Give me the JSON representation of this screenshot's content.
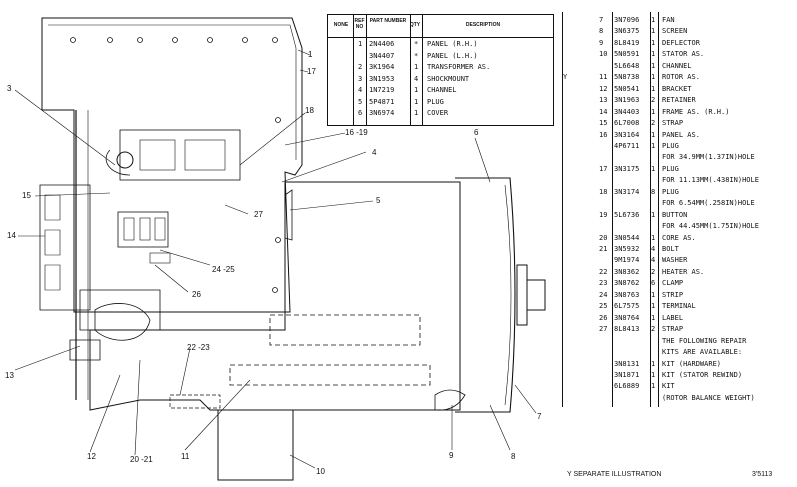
{
  "top_table": {
    "headers": [
      "NONE",
      "REF NO",
      "PART NUMBER",
      "QTY",
      "DESCRIPTION"
    ],
    "rows": [
      {
        "ref": "1",
        "part": "2N4406",
        "qty": "*",
        "desc": "PANEL (R.H.)"
      },
      {
        "ref": "",
        "part": "3N4407",
        "qty": "*",
        "desc": "PANEL (L.H.)"
      },
      {
        "ref": "2",
        "part": "3K1964",
        "qty": "1",
        "desc": "TRANSFORMER AS."
      },
      {
        "ref": "3",
        "part": "3N1953",
        "qty": "4",
        "desc": "SHOCKMOUNT"
      },
      {
        "ref": "4",
        "part": "1N7219",
        "qty": "1",
        "desc": "CHANNEL"
      },
      {
        "ref": "5",
        "part": "5P4871",
        "qty": "1",
        "desc": "PLUG"
      },
      {
        "ref": "6",
        "part": "3N6974",
        "qty": "1",
        "desc": "COVER"
      }
    ]
  },
  "parts_list": [
    {
      "note": "",
      "ref": "7",
      "part": "3N7096",
      "qty": "1",
      "desc": "FAN"
    },
    {
      "note": "",
      "ref": "8",
      "part": "3N6375",
      "qty": "1",
      "desc": "SCREEN"
    },
    {
      "note": "",
      "ref": "9",
      "part": "8L8419",
      "qty": "1",
      "desc": "DEFLECTOR"
    },
    {
      "note": "",
      "ref": "10",
      "part": "5N0591",
      "qty": "1",
      "desc": "STATOR AS."
    },
    {
      "note": "",
      "ref": "",
      "part": "5L6648",
      "qty": "1",
      "desc": "CHANNEL"
    },
    {
      "note": "Y",
      "ref": "11",
      "part": "5N8738",
      "qty": "1",
      "desc": "ROTOR AS."
    },
    {
      "note": "",
      "ref": "12",
      "part": "5N0541",
      "qty": "1",
      "desc": "BRACKET"
    },
    {
      "note": "",
      "ref": "13",
      "part": "3N1963",
      "qty": "2",
      "desc": "RETAINER"
    },
    {
      "note": "",
      "ref": "14",
      "part": "3N4403",
      "qty": "1",
      "desc": "FRAME AS. (R.H.)"
    },
    {
      "note": "",
      "ref": "15",
      "part": "6L7008",
      "qty": "2",
      "desc": "STRAP"
    },
    {
      "note": "",
      "ref": "16",
      "part": "3N3164",
      "qty": "1",
      "desc": "PANEL AS."
    },
    {
      "note": "",
      "ref": "",
      "part": "4P6711",
      "qty": "1",
      "desc": "PLUG"
    },
    {
      "note": "",
      "ref": "",
      "part": "",
      "qty": "",
      "desc": "FOR 34.9MM(1.37IN)HOLE"
    },
    {
      "note": "",
      "ref": "17",
      "part": "3N3175",
      "qty": "1",
      "desc": "PLUG"
    },
    {
      "note": "",
      "ref": "",
      "part": "",
      "qty": "",
      "desc": "FOR 11.13MM(.438IN)HOLE"
    },
    {
      "note": "",
      "ref": "18",
      "part": "3N3174",
      "qty": "8",
      "desc": "PLUG"
    },
    {
      "note": "",
      "ref": "",
      "part": "",
      "qty": "",
      "desc": "FOR 6.54MM(.258IN)HOLE"
    },
    {
      "note": "",
      "ref": "19",
      "part": "5L6736",
      "qty": "1",
      "desc": "BUTTON"
    },
    {
      "note": "",
      "ref": "",
      "part": "",
      "qty": "",
      "desc": "FOR 44.45MM(1.75IN)HOLE"
    },
    {
      "note": "",
      "ref": "20",
      "part": "3N0544",
      "qty": "1",
      "desc": "CORE AS."
    },
    {
      "note": "",
      "ref": "21",
      "part": "3N5932",
      "qty": "4",
      "desc": "BOLT"
    },
    {
      "note": "",
      "ref": "",
      "part": "9M1974",
      "qty": "4",
      "desc": "WASHER"
    },
    {
      "note": "",
      "ref": "22",
      "part": "3N8362",
      "qty": "2",
      "desc": "HEATER AS."
    },
    {
      "note": "",
      "ref": "23",
      "part": "3N8762",
      "qty": "6",
      "desc": "CLAMP"
    },
    {
      "note": "",
      "ref": "24",
      "part": "3N8763",
      "qty": "1",
      "desc": "STRIP"
    },
    {
      "note": "",
      "ref": "25",
      "part": "6L7575",
      "qty": "1",
      "desc": "TERMINAL"
    },
    {
      "note": "",
      "ref": "26",
      "part": "3N8764",
      "qty": "1",
      "desc": "LABEL"
    },
    {
      "note": "",
      "ref": "27",
      "part": "8L8413",
      "qty": "2",
      "desc": "STRAP"
    },
    {
      "note": "",
      "ref": "",
      "part": "",
      "qty": "",
      "desc": "THE FOLLOWING REPAIR"
    },
    {
      "note": "",
      "ref": "",
      "part": "",
      "qty": "",
      "desc": "KITS ARE AVAILABLE:"
    },
    {
      "note": "",
      "ref": "",
      "part": "3N8131",
      "qty": "1",
      "desc": "KIT (HARDWARE)"
    },
    {
      "note": "",
      "ref": "",
      "part": "3N1871",
      "qty": "1",
      "desc": "KIT (STATOR REWIND)"
    },
    {
      "note": "",
      "ref": "",
      "part": "6L6889",
      "qty": "1",
      "desc": "KIT"
    },
    {
      "note": "",
      "ref": "",
      "part": "",
      "qty": "",
      "desc": "(ROTOR BALANCE WEIGHT)"
    }
  ],
  "callouts": [
    {
      "text": "1"
    },
    {
      "text": "17"
    },
    {
      "text": "3"
    },
    {
      "text": "18"
    },
    {
      "text": "16 -19"
    },
    {
      "text": "6"
    },
    {
      "text": "4"
    },
    {
      "text": "15"
    },
    {
      "text": "5"
    },
    {
      "text": "27"
    },
    {
      "text": "14"
    },
    {
      "text": "24 -25"
    },
    {
      "text": "26"
    },
    {
      "text": "13"
    },
    {
      "text": "22 -23"
    },
    {
      "text": "7"
    },
    {
      "text": "12"
    },
    {
      "text": "20 -21"
    },
    {
      "text": "11"
    },
    {
      "text": "9"
    },
    {
      "text": "8"
    },
    {
      "text": "10"
    }
  ],
  "footer": {
    "note": "Y   SEPARATE ILLUSTRATION",
    "figure_id": "3'5113"
  },
  "y_marker": "Y",
  "colors": {
    "ink": "#111111",
    "paper": "#ffffff"
  }
}
